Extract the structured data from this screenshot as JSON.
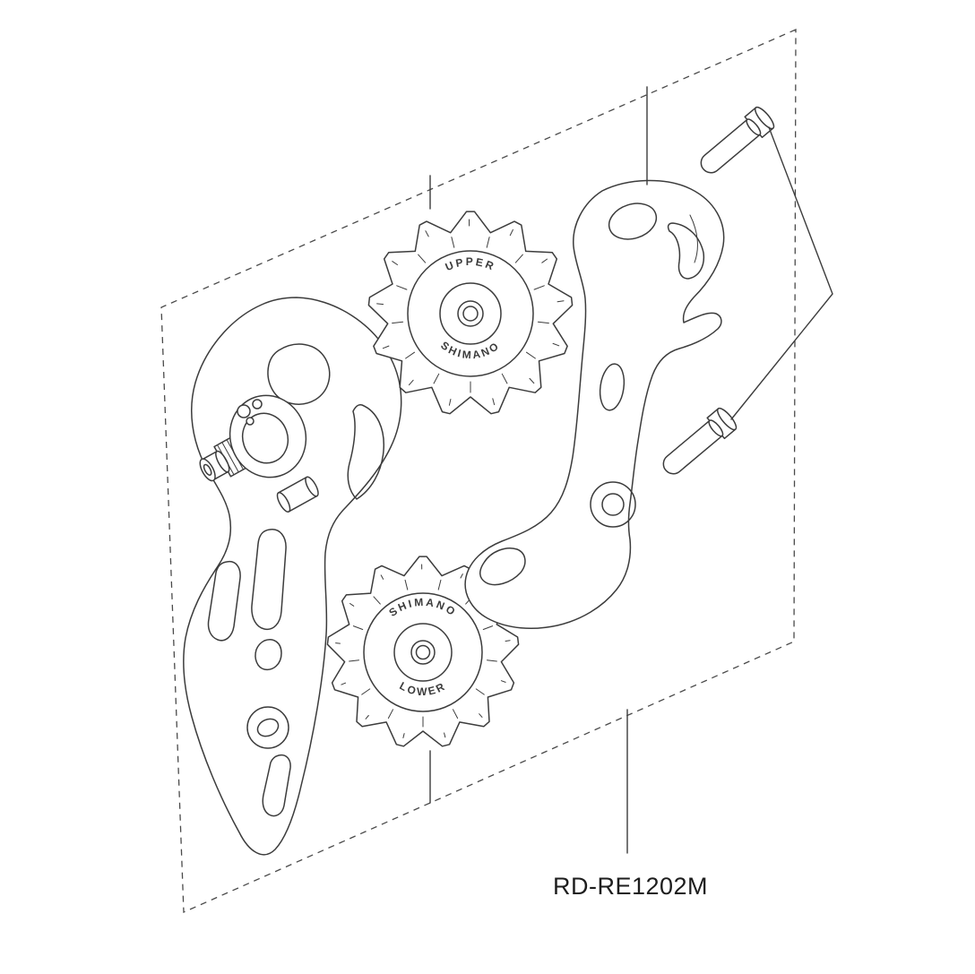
{
  "diagram": {
    "part_label": "RD-RE1202M",
    "upper_pulley": {
      "label": "UPPER",
      "brand": "SHIMANO"
    },
    "lower_pulley": {
      "label": "LOWER",
      "brand": "SHIMANO"
    }
  },
  "colors": {
    "line": "#3c3c3c",
    "label_text": "#1d1d1d",
    "background": "#ffffff"
  }
}
